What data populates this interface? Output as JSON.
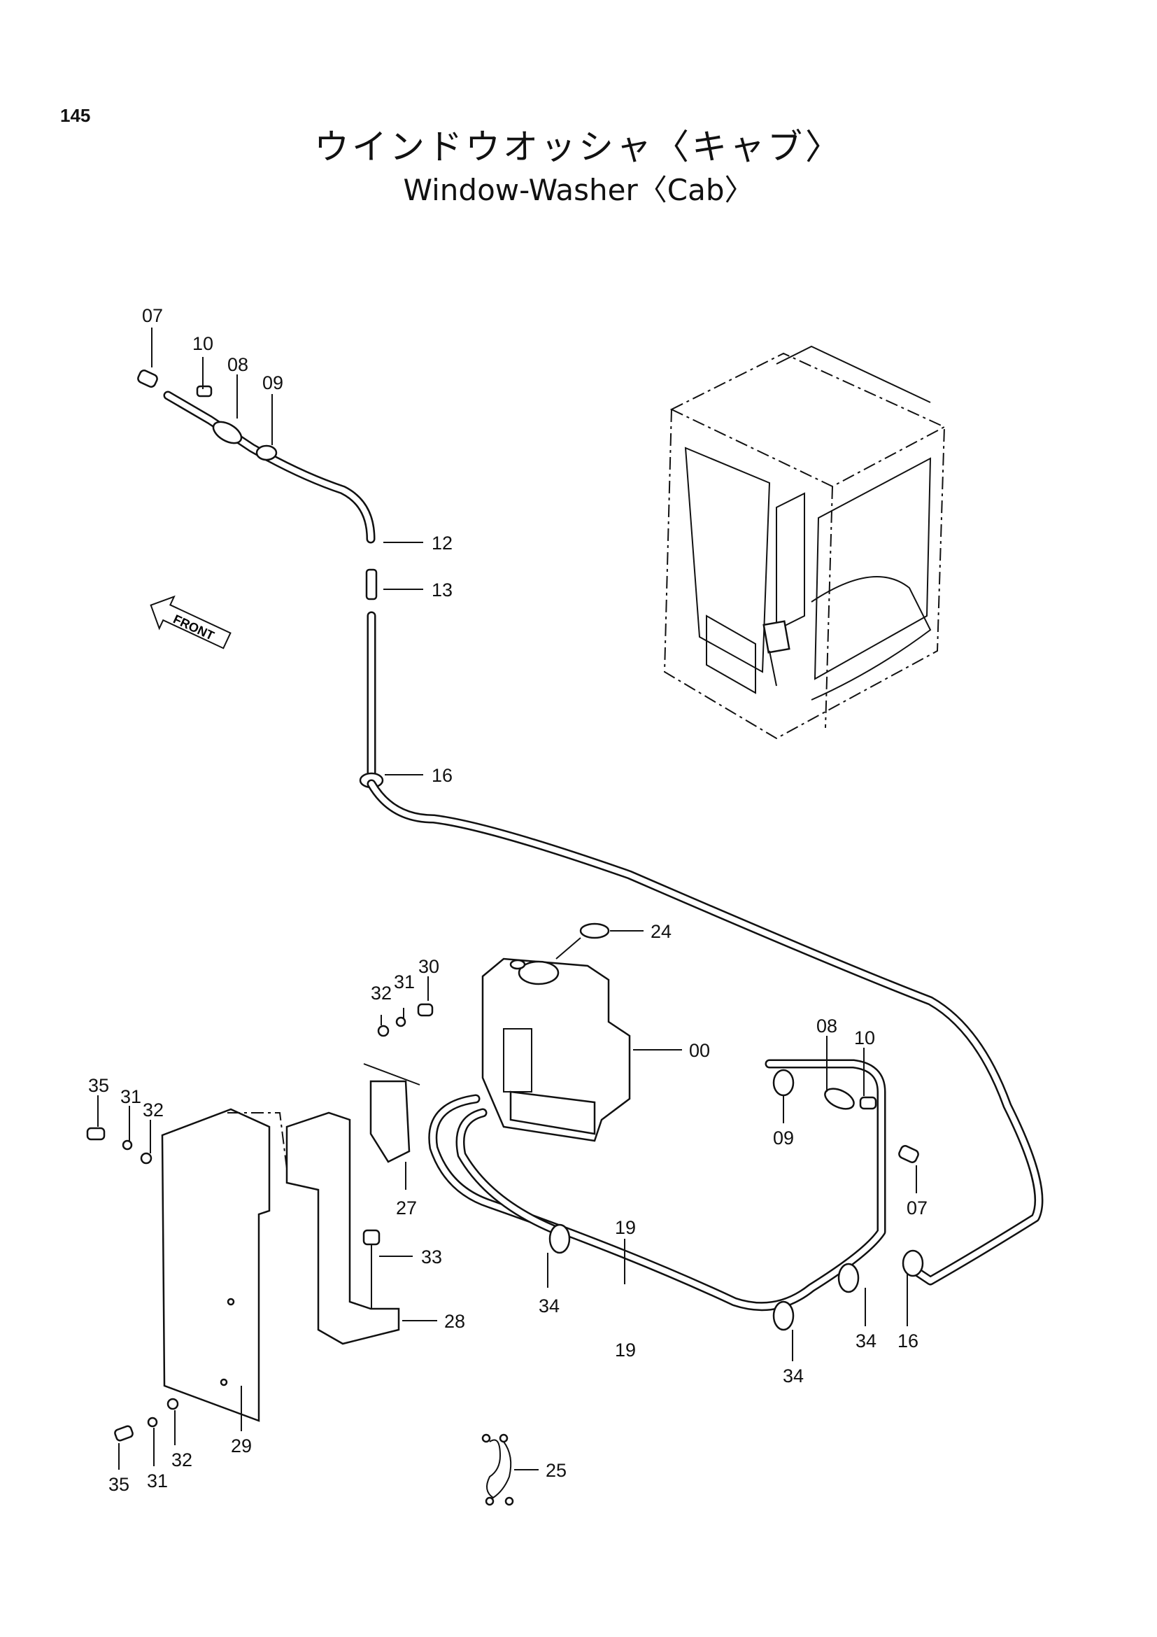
{
  "page_number": "145",
  "title_jp": "ウインドウオッシャ〈キャブ〉",
  "title_en": "Window-Washer〈Cab〉",
  "front_label": "FRONT",
  "callouts": {
    "c07a": "07",
    "c10a": "10",
    "c08a": "08",
    "c09a": "09",
    "c12": "12",
    "c13": "13",
    "c16a": "16",
    "c24": "24",
    "c00": "00",
    "c30": "30",
    "c31a": "31",
    "c32a": "32",
    "c27": "27",
    "c08b": "08",
    "c10b": "10",
    "c09b": "09",
    "c07b": "07",
    "c35a": "35",
    "c31b": "31",
    "c32b": "32",
    "c33": "33",
    "c28": "28",
    "c19a": "19",
    "c19b": "19",
    "c34a": "34",
    "c34b": "34",
    "c34c": "34",
    "c16b": "16",
    "c29": "29",
    "c35b": "35",
    "c31c": "31",
    "c32c": "32",
    "c25": "25"
  }
}
